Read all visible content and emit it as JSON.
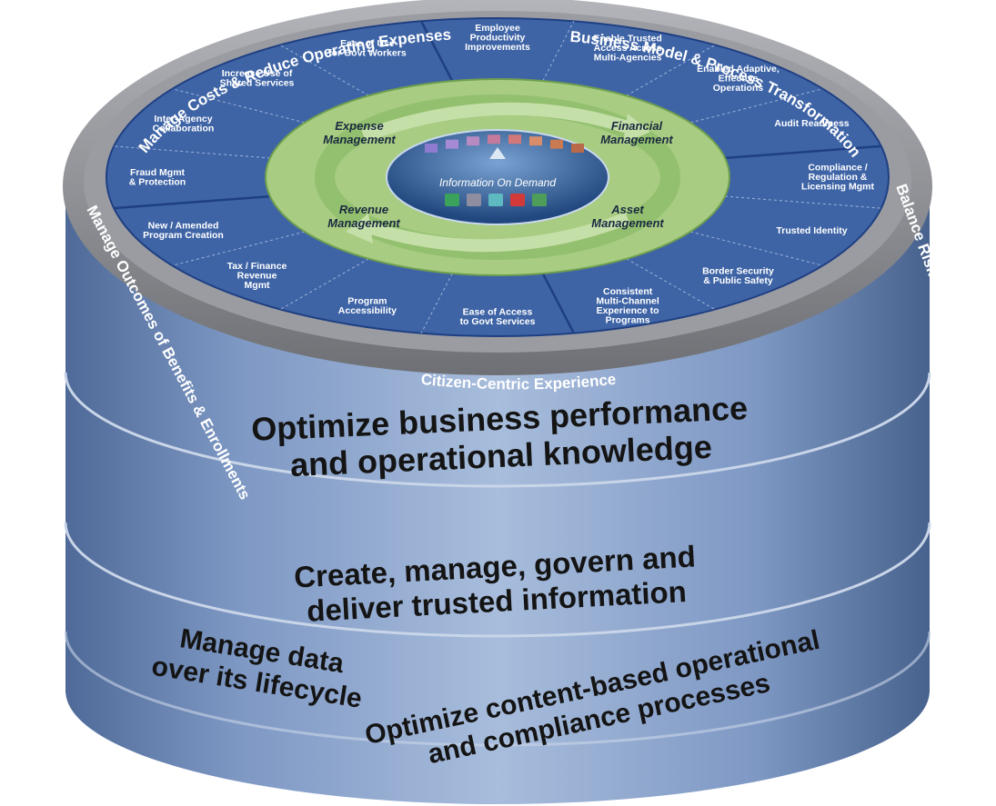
{
  "outer_ring": {
    "top_left": "Manage Costs & Reduce Operating Expenses",
    "top_right": "Business Model & Process Transformation",
    "left": "Manage Outcomes of Benefits & Enrollments",
    "right": "Balance Risks, Security & Compliance",
    "bottom": "Citizen-Centric Experience"
  },
  "segments": [
    {
      "lines": [
        "Employee",
        "Productivity",
        "Improvements"
      ]
    },
    {
      "lines": [
        "Enable Trusted",
        "Access Across",
        "Multi-Agencies"
      ]
    },
    {
      "lines": [
        "Enabled Adaptive,",
        "Effective",
        "Operations"
      ]
    },
    {
      "lines": [
        "Audit Readiness"
      ]
    },
    {
      "lines": [
        "Compliance /",
        "Regulation &",
        "Licensing Mgmt"
      ]
    },
    {
      "lines": [
        "Trusted Identity"
      ]
    },
    {
      "lines": [
        "Border Security",
        "& Public Safety"
      ]
    },
    {
      "lines": [
        "Consistent",
        "Multi-Channel",
        "Experience to",
        "Programs"
      ]
    },
    {
      "lines": [
        "Ease of Access",
        "to Govt Services"
      ]
    },
    {
      "lines": [
        "Program",
        "Accessibility"
      ]
    },
    {
      "lines": [
        "Tax / Finance",
        "Revenue",
        "Mgmt"
      ]
    },
    {
      "lines": [
        "New / Amended",
        "Program Creation"
      ]
    },
    {
      "lines": [
        "Fraud Mgmt",
        "& Protection"
      ]
    },
    {
      "lines": [
        "Inter-Agency",
        "Collaboration"
      ]
    },
    {
      "lines": [
        "Increase Use of",
        "Shared Services"
      ]
    },
    {
      "lines": [
        "Ease of Use",
        "for Govt Workers"
      ]
    }
  ],
  "inner_quadrants": [
    {
      "lines": [
        "Expense",
        "Management"
      ]
    },
    {
      "lines": [
        "Financial",
        "Management"
      ]
    },
    {
      "lines": [
        "Revenue",
        "Management"
      ]
    },
    {
      "lines": [
        "Asset",
        "Management"
      ]
    }
  ],
  "center_label": "Information On Demand",
  "layers": {
    "layer1": "Optimize business performance and operational knowledge",
    "layer2": "Create, manage, govern and deliver trusted information",
    "layer3_left": "Manage data over its lifecycle",
    "layer3_right": "Optimize content-based operational and compliance processes"
  },
  "colors": {
    "segment_blue": "#3e64a6",
    "segment_border": "#1f3f82",
    "outer_ring": "#8d8f95",
    "inner_green": "#a7cc82",
    "inner_green_dark": "#8fbd69",
    "center_blue": "#2d5e9b",
    "cylinder_side": "#7e97bf"
  }
}
